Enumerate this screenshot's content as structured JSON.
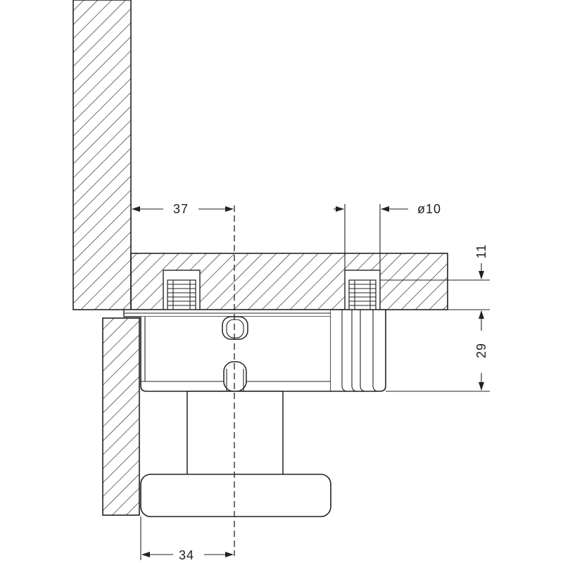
{
  "diagram": {
    "dimensions": {
      "top_width": "37",
      "bore_diameter": "ø10",
      "plate_thickness": "11",
      "body_height": "29",
      "base_width": "34"
    },
    "colors": {
      "line": "#222222",
      "background": "#ffffff"
    }
  }
}
